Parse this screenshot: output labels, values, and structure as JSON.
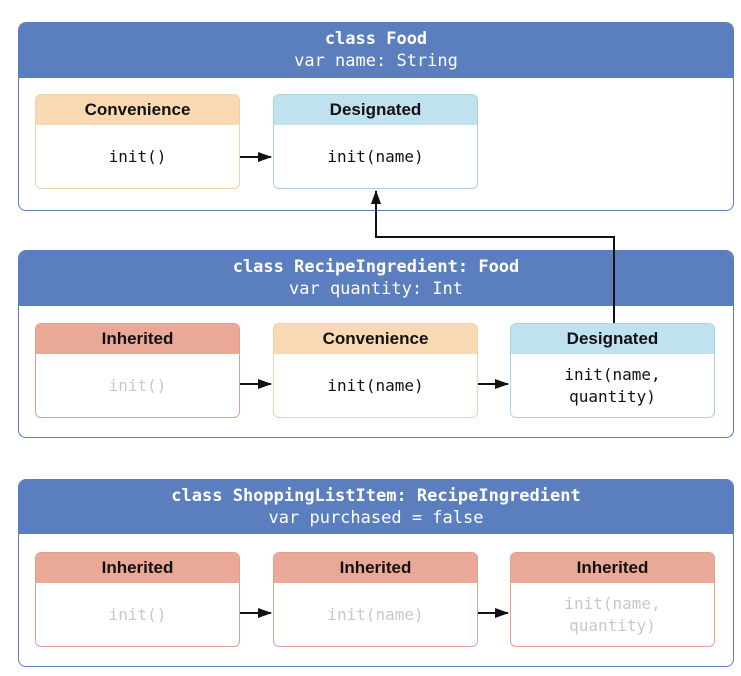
{
  "colors": {
    "class_header": "#5b7fbe",
    "convenience": "#f8d9b3",
    "designated": "#c0e1ee",
    "inherited": "#eaa896",
    "faded_text": "#c8c8c8",
    "arrow": "#111111"
  },
  "classes": [
    {
      "title": "class Food",
      "property": "var name: String",
      "inits": [
        {
          "kind": "Convenience",
          "signature": "init()",
          "faded": false
        },
        {
          "kind": "Designated",
          "signature": "init(name)",
          "faded": false
        }
      ]
    },
    {
      "title": "class RecipeIngredient: Food",
      "property": "var quantity: Int",
      "inits": [
        {
          "kind": "Inherited",
          "signature": "init()",
          "faded": true
        },
        {
          "kind": "Convenience",
          "signature": "init(name)",
          "faded": false
        },
        {
          "kind": "Designated",
          "signature": "init(name,\nquantity)",
          "faded": false
        }
      ]
    },
    {
      "title": "class ShoppingListItem: RecipeIngredient",
      "property": "var purchased = false",
      "inits": [
        {
          "kind": "Inherited",
          "signature": "init()",
          "faded": true
        },
        {
          "kind": "Inherited",
          "signature": "init(name)",
          "faded": true
        },
        {
          "kind": "Inherited",
          "signature": "init(name,\nquantity)",
          "faded": true
        }
      ]
    }
  ]
}
